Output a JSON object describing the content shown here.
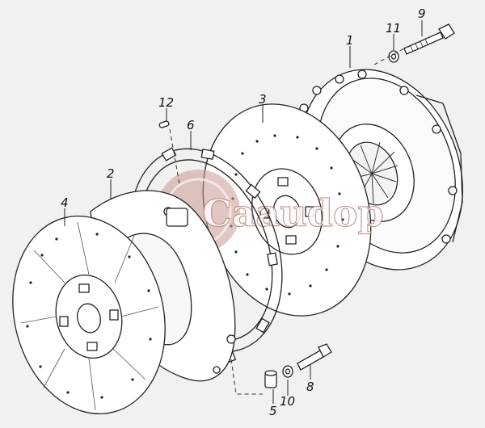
{
  "diagram": {
    "callouts": [
      {
        "id": "1",
        "part": "pressure-plate-cover"
      },
      {
        "id": "2",
        "part": "clutch-housing"
      },
      {
        "id": "3",
        "part": "driven-disc-inner"
      },
      {
        "id": "4",
        "part": "driven-disc-outer"
      },
      {
        "id": "5",
        "part": "bushing"
      },
      {
        "id": "6",
        "part": "intermediate-ring"
      },
      {
        "id": "8",
        "part": "short-bolt"
      },
      {
        "id": "9",
        "part": "long-bolt"
      },
      {
        "id": "10",
        "part": "washer-lower"
      },
      {
        "id": "11",
        "part": "washer-upper"
      },
      {
        "id": "12",
        "part": "pin"
      }
    ],
    "watermark": "Caaudop",
    "colors": {
      "background": "#f1f1ef",
      "line": "#222222",
      "watermark_fill": "#c9988f",
      "part_fill": "#ffffff"
    }
  }
}
